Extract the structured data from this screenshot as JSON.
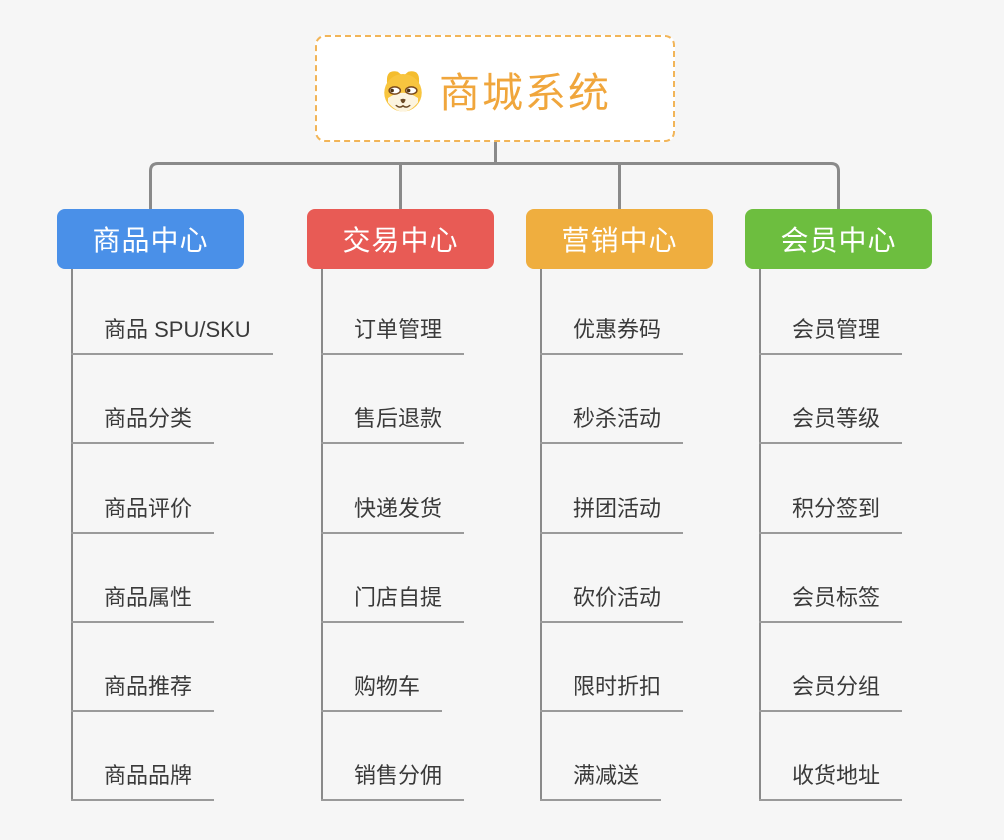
{
  "root": {
    "title": "商城系统",
    "icon": "doge-face-icon",
    "text_color": "#f0a63c",
    "border_color": "#f2b558",
    "background": "#ffffff"
  },
  "branches": [
    {
      "label": "商品中心",
      "color": "#4a90e8",
      "children": [
        "商品 SPU/SKU",
        "商品分类",
        "商品评价",
        "商品属性",
        "商品推荐",
        "商品品牌"
      ]
    },
    {
      "label": "交易中心",
      "color": "#e85b55",
      "children": [
        "订单管理",
        "售后退款",
        "快递发货",
        "门店自提",
        "购物车",
        "销售分佣"
      ]
    },
    {
      "label": "营销中心",
      "color": "#efae3f",
      "children": [
        "优惠券码",
        "秒杀活动",
        "拼团活动",
        "砍价活动",
        "限时折扣",
        "满减送"
      ]
    },
    {
      "label": "会员中心",
      "color": "#6dbe3f",
      "children": [
        "会员管理",
        "会员等级",
        "积分签到",
        "会员标签",
        "会员分组",
        "收货地址"
      ]
    }
  ],
  "style": {
    "background_color": "#f6f6f6",
    "connector_color": "#8a8a8a",
    "leaf_underline_color": "#9a9a9a",
    "leaf_text_color": "#3a3a3a"
  }
}
